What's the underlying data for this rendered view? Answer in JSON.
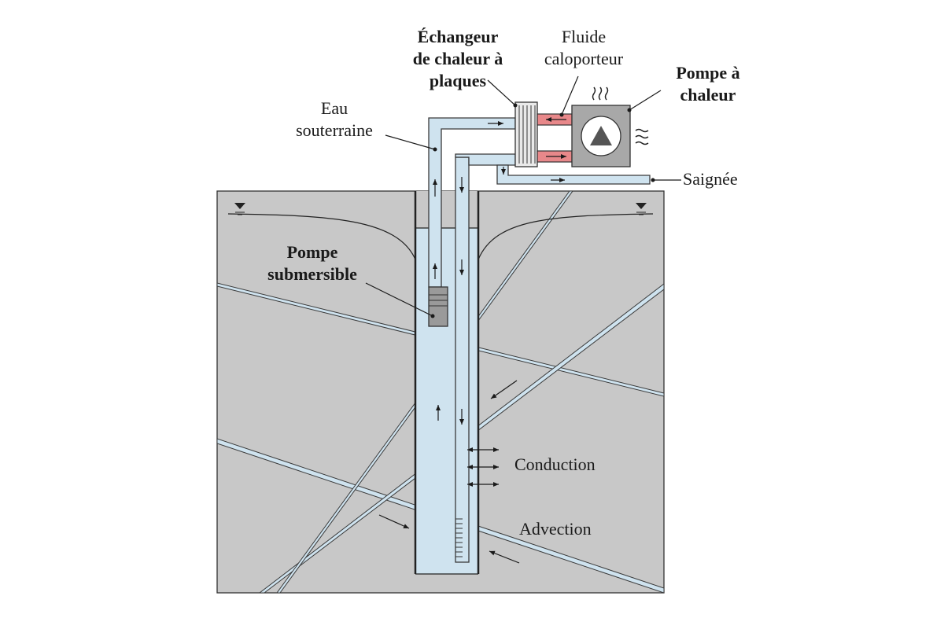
{
  "labels": {
    "exchanger_line1": "Échangeur",
    "exchanger_line2": "de chaleur à",
    "exchanger_line3": "plaques",
    "fluid_line1": "Fluide",
    "fluid_line2": "caloporteur",
    "heat_pump_line1": "Pompe à",
    "heat_pump_line2": "chaleur",
    "groundwater_line1": "Eau",
    "groundwater_line2": "souterraine",
    "bleed": "Saignée",
    "sub_pump_line1": "Pompe",
    "sub_pump_line2": "submersible",
    "conduction": "Conduction",
    "advection": "Advection"
  },
  "colors": {
    "ground": "#c8c8c8",
    "water": "#cfe3ef",
    "heat_fluid": "#e8888a",
    "pump_body": "#a8a8a8"
  }
}
